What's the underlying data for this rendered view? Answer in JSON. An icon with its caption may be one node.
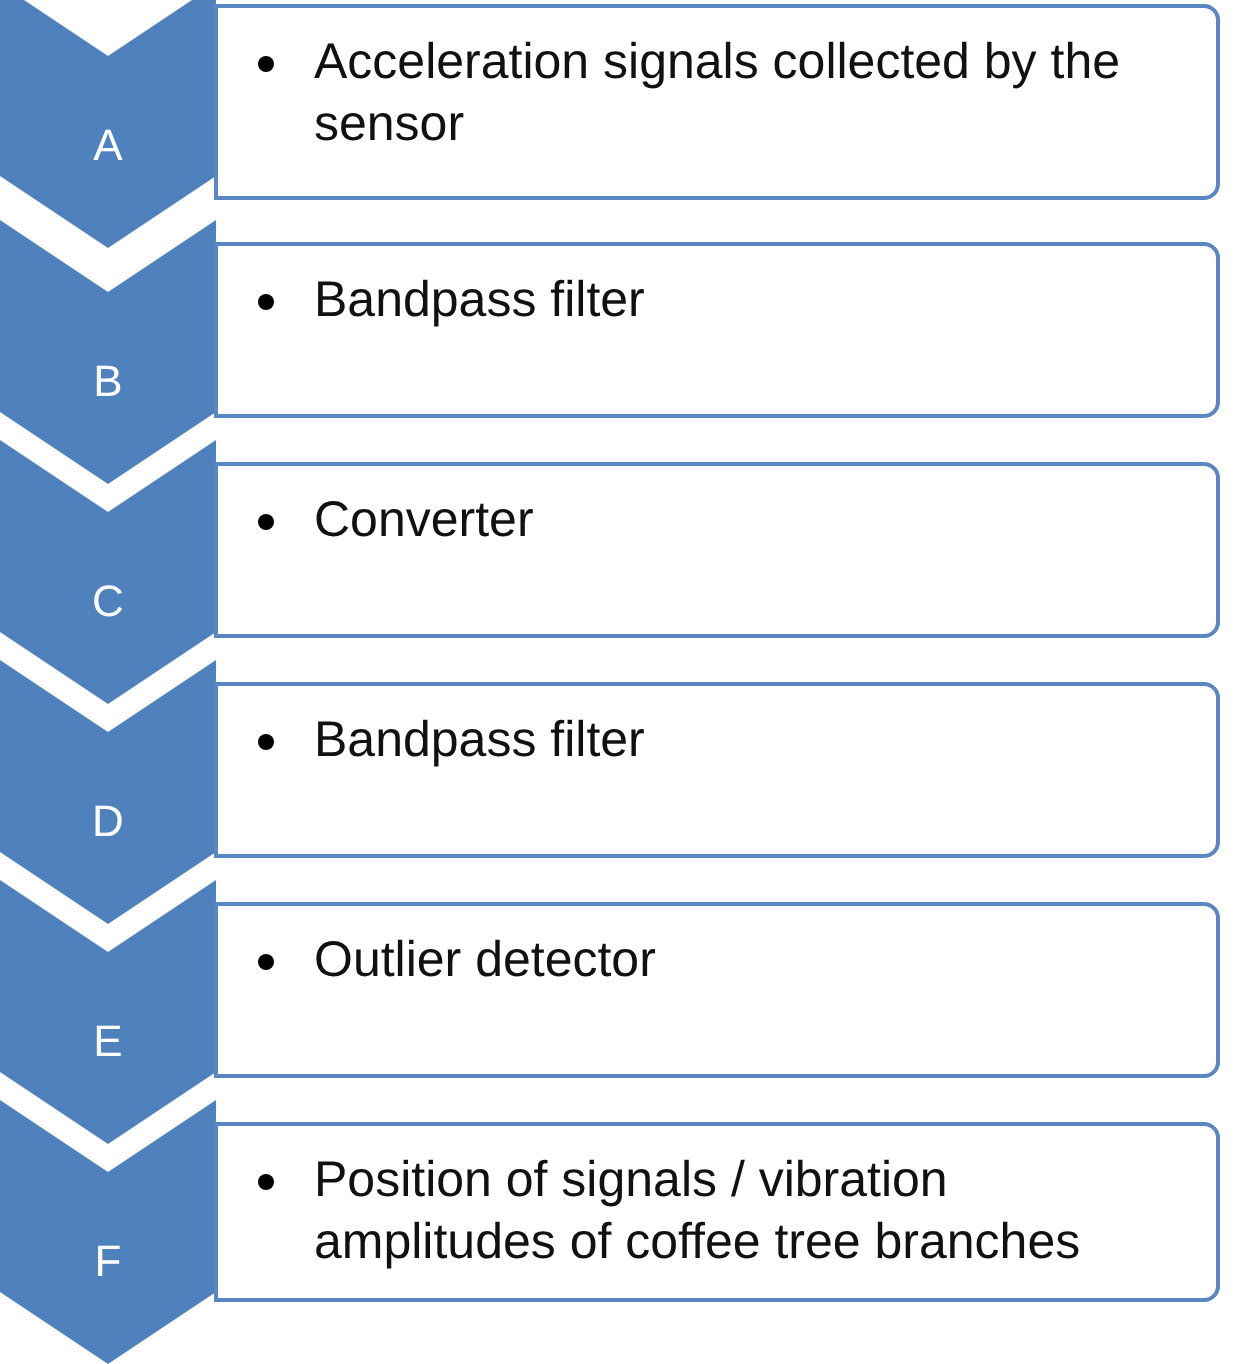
{
  "diagram": {
    "nodes": [
      {
        "text": [
          "A"
        ]
      },
      {
        "text": [
          "Acceleration signals collected by the sensor"
        ]
      },
      {
        "text": [
          "B"
        ]
      },
      {
        "text": [
          "Bandpass filter"
        ]
      },
      {
        "text": [
          "C"
        ]
      },
      {
        "text": [
          "Converter"
        ]
      },
      {
        "text": [
          "D"
        ]
      },
      {
        "text": [
          "Bandpass filter"
        ]
      },
      {
        "text": [
          "E"
        ]
      },
      {
        "text": [
          "Outlier detector"
        ]
      },
      {
        "text": [
          "F"
        ]
      },
      {
        "text": [
          "Position of signals / vibration amplitudes of coffee tree branches"
        ]
      }
    ]
  }
}
